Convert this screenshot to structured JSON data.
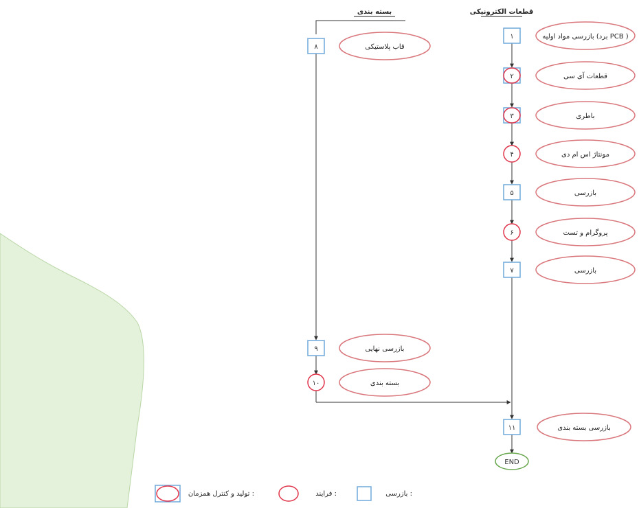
{
  "columns": {
    "electronic_title": "قطعات الکترونیکی",
    "packaging_title": "بسته بندی"
  },
  "electronic_steps": [
    {
      "num": "۱",
      "kind": "inspection",
      "label": "بازرسی مواد اولیه (برد PCB )"
    },
    {
      "num": "۲",
      "kind": "combined",
      "label": "قطعات آی سی"
    },
    {
      "num": "۳",
      "kind": "combined",
      "label": "باطری"
    },
    {
      "num": "۴",
      "kind": "process",
      "label": "مونتاژ اس ام دی"
    },
    {
      "num": "۵",
      "kind": "inspection",
      "label": "بازرسی"
    },
    {
      "num": "۶",
      "kind": "process",
      "label": "پروگرام و تست"
    },
    {
      "num": "۷",
      "kind": "inspection",
      "label": "بازرسی"
    }
  ],
  "packaging_steps": [
    {
      "num": "۸",
      "kind": "inspection",
      "label": "قاب پلاستیکی"
    },
    {
      "num": "۹",
      "kind": "inspection",
      "label": "بازرسی نهایی"
    },
    {
      "num": "۱۰",
      "kind": "process",
      "label": "بسته بندی"
    }
  ],
  "final_step": {
    "num": "۱۱",
    "kind": "inspection",
    "label": "بازرسی بسته بندی"
  },
  "end_label": "END",
  "legend": {
    "inspection": "بازرسی :",
    "process": "فرایند :",
    "combined": "تولید و کنترل همزمان :"
  },
  "colors": {
    "oval": "#d9777c",
    "circle": "#e0334a",
    "box": "#6fa8dc",
    "line": "#333333",
    "end_oval": "#6aa84f",
    "map_fill": "#e4f1db"
  }
}
